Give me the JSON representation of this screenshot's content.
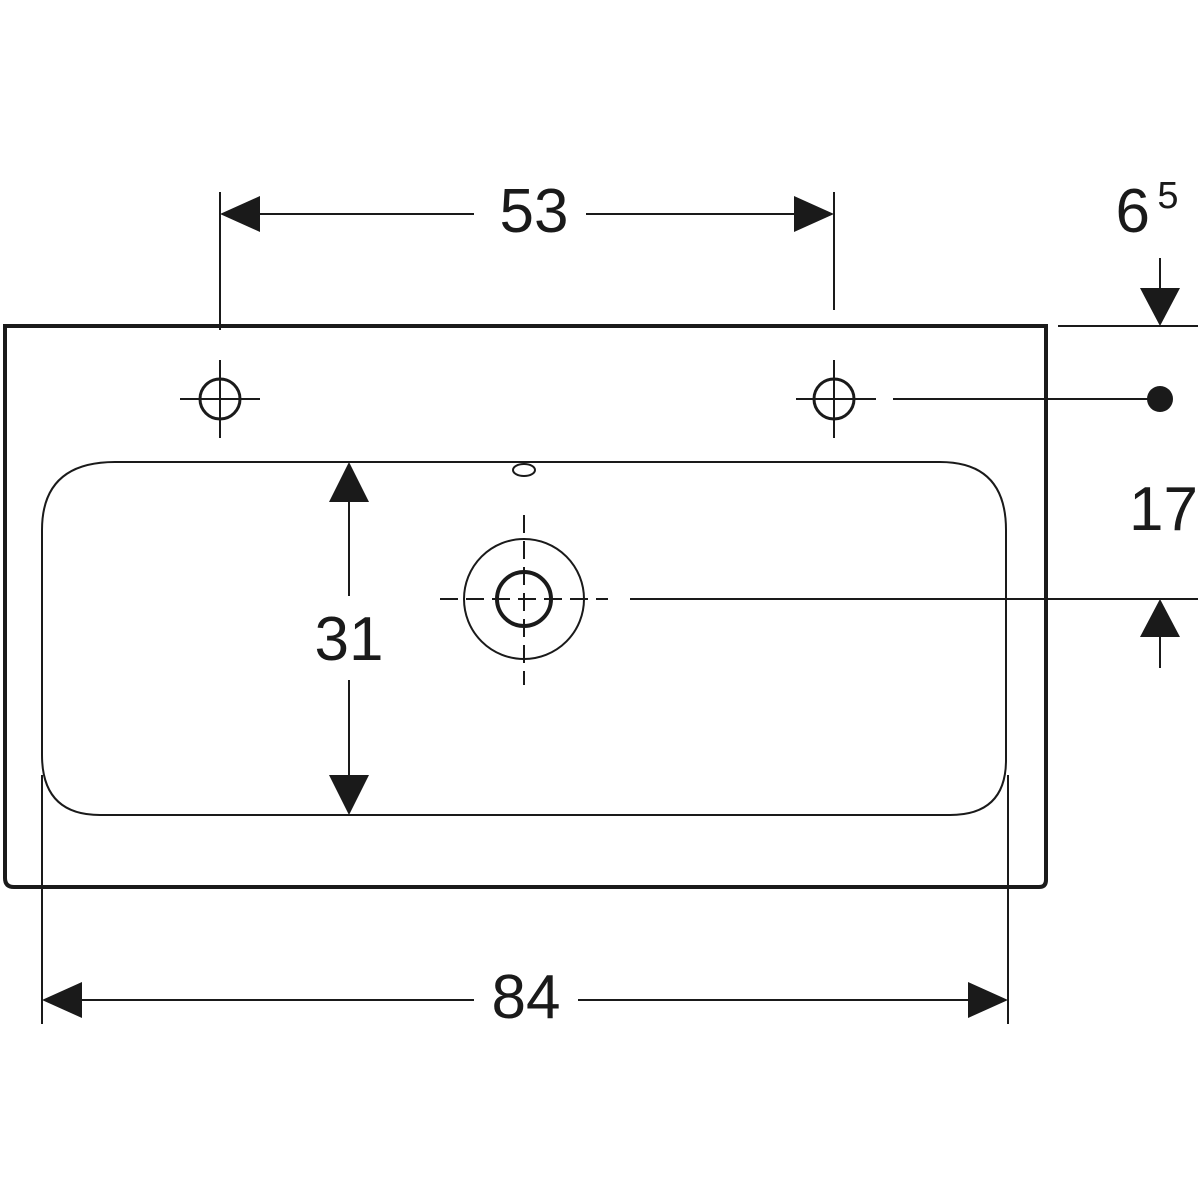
{
  "dimensions": {
    "tap_hole_spacing": "53",
    "edge_offset_main": "6",
    "edge_offset_sup": "5",
    "drain_offset": "17",
    "bowl_depth": "31",
    "overall_width": "84"
  },
  "colors": {
    "line": "#1a1a1a",
    "background": "#ffffff"
  }
}
